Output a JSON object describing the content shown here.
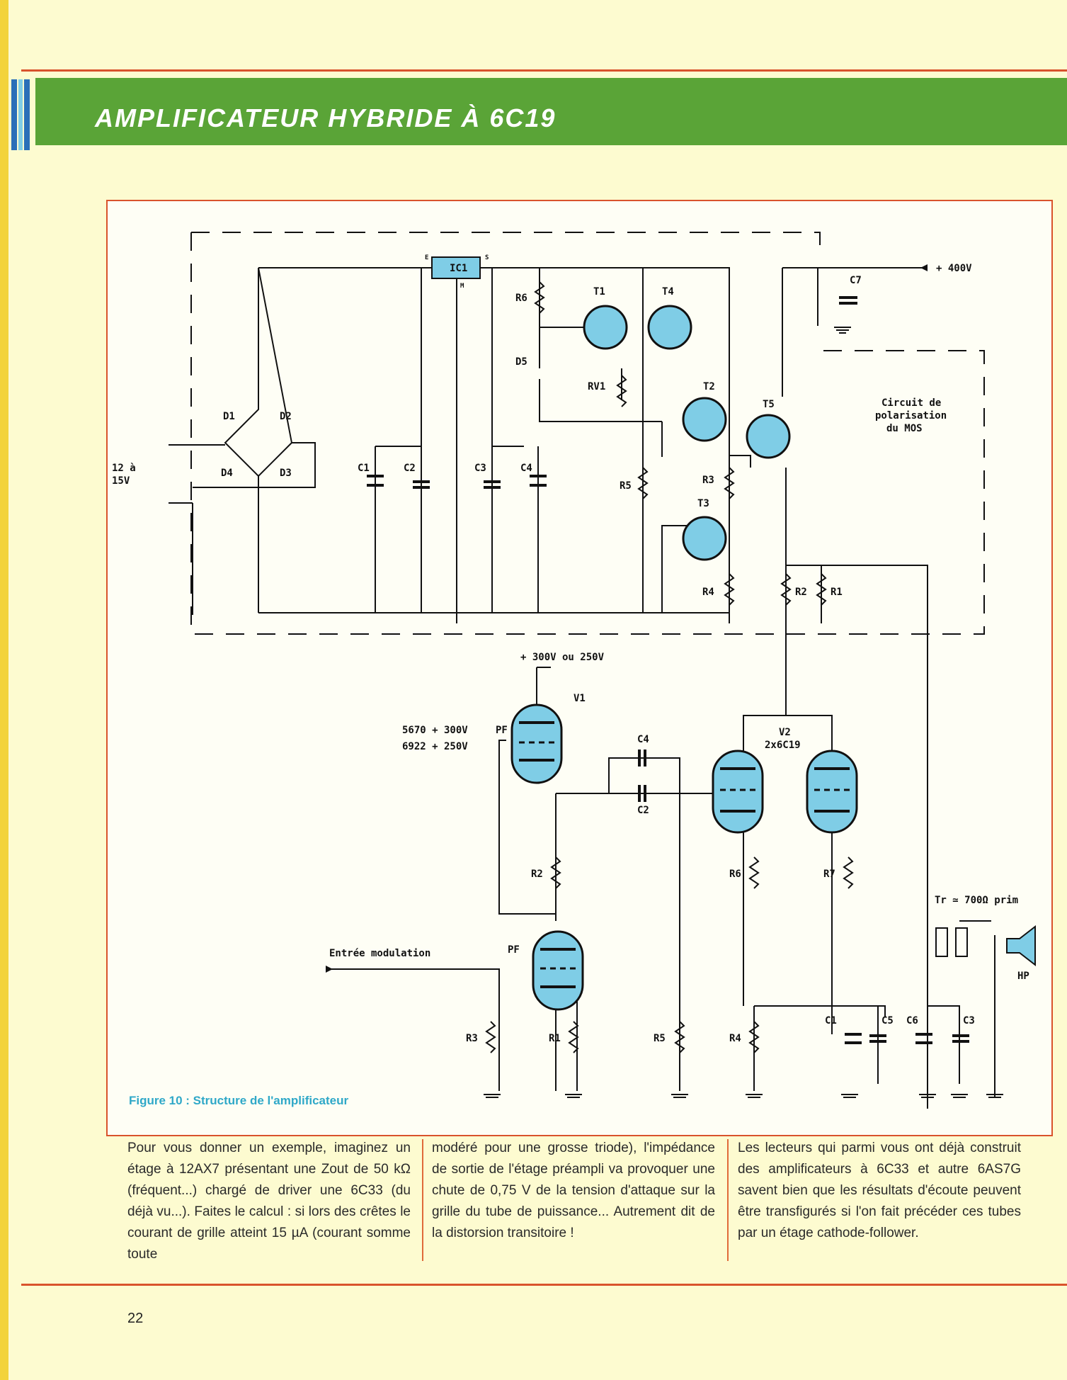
{
  "header": {
    "title": "AMPLIFICATEUR HYBRIDE À 6C19"
  },
  "figure": {
    "caption": "Figure 10 : Structure de l'amplificateur",
    "labels": {
      "ic1": "IC1",
      "e": "E",
      "s": "S",
      "m": "M",
      "d1": "D1",
      "d2": "D2",
      "d3": "D3",
      "d4": "D4",
      "supply1": "12 à",
      "supply2": "15V",
      "c1": "C1",
      "c2": "C2",
      "c3": "C3",
      "c4": "C4",
      "r6": "R6",
      "d5": "D5",
      "t1": "T1",
      "t4": "T4",
      "rv1": "RV1",
      "t2": "T2",
      "t3": "T3",
      "t5": "T5",
      "r5": "R5",
      "r3": "R3",
      "r4": "R4",
      "r2": "R2",
      "r1": "R1",
      "c7": "C7",
      "hv": "+ 400V",
      "bias1": "Circuit de",
      "bias2": "polarisation",
      "bias3": "du MOS",
      "b_supply": "+ 300V ou 250V",
      "v1": "V1",
      "opt1": "5670  + 300V",
      "opt2": "6922  + 250V",
      "pf1": "PF",
      "pf2": "PF",
      "bc4": "C4",
      "bc2": "C2",
      "v2a": "V2",
      "v2b": "2x6C19",
      "br2": "R2",
      "br6": "R6",
      "br7": "R7",
      "input": "Entrée modulation",
      "br3": "R3",
      "br1": "R1",
      "br5": "R5",
      "br4": "R4",
      "bc1": "C1",
      "bc5": "C5",
      "bc6": "C6",
      "bc3": "C3",
      "tr": "Tr ≃ 700Ω prim",
      "hp": "HP"
    }
  },
  "text": {
    "col1": "Pour vous donner un exemple, imaginez un étage à 12AX7 présentant une Zout de 50 kΩ (fréquent...) chargé de driver une 6C33 (du déjà vu...). Faites le calcul : si lors des crêtes le courant de grille atteint 15 µA (courant somme toute",
    "col2": "modéré pour une grosse triode), l'impédance de sortie de l'étage préampli va provoquer une chute de 0,75 V de la tension d'attaque sur la grille du tube de puissance... Autrement dit de la distorsion transitoire !",
    "col3": "Les lecteurs qui parmi vous ont déjà construit des amplificateurs à 6C33 et autre 6AS7G savent bien que les résultats d'écoute peuvent être transfigurés si l'on fait précéder ces tubes par un étage cathode-follower."
  },
  "page": {
    "number": "22"
  },
  "colors": {
    "accent_green": "#5aa437",
    "frame_red": "#d9532c",
    "tube_blue": "#7fcde6",
    "caption_blue": "#2fa8c8"
  }
}
